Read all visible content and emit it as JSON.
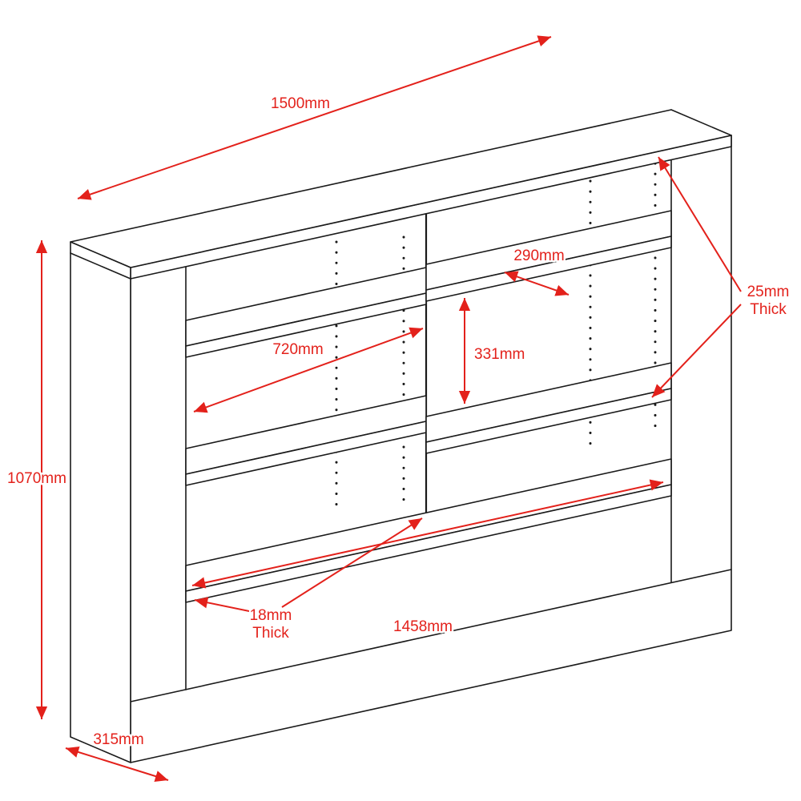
{
  "title": "Bookcase hutch dimension drawing",
  "colors": {
    "dimension_red": "#e3211b",
    "line_black": "#1a1a1a",
    "background": "#ffffff"
  },
  "dimensions": {
    "overall_width": {
      "label": "1500mm"
    },
    "overall_height": {
      "label": "1070mm"
    },
    "overall_depth": {
      "label": "315mm"
    },
    "left_opening_width": {
      "label": "720mm"
    },
    "shelf_depth": {
      "label": "290mm"
    },
    "shelf_gap_height": {
      "label": "331mm"
    },
    "internal_width": {
      "label": "1458mm"
    },
    "panel_thickness": {
      "line1": "25mm",
      "line2": "Thick"
    },
    "divider_thickness": {
      "line1": "18mm",
      "line2": "Thick"
    }
  }
}
